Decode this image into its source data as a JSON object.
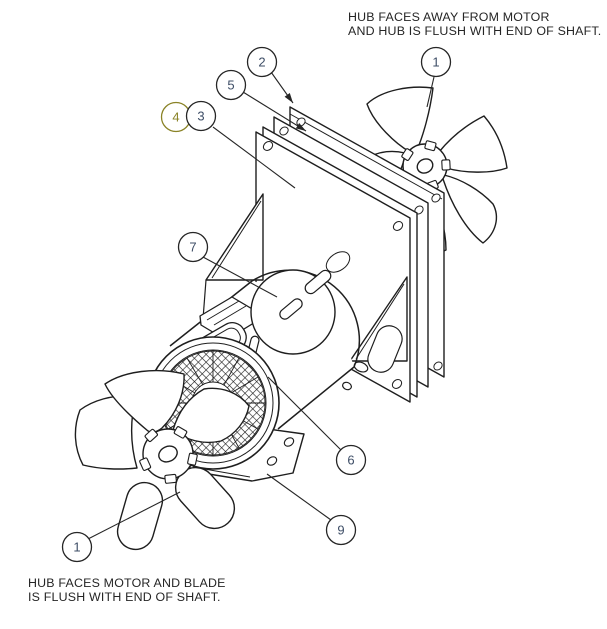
{
  "notes": {
    "top_right": {
      "line1": "HUB FACES AWAY FROM MOTOR",
      "line2": "AND HUB IS FLUSH WITH END OF SHAFT."
    },
    "bottom_left": {
      "line1": "HUB FACES MOTOR AND BLADE",
      "line2": "IS FLUSH WITH END OF SHAFT."
    }
  },
  "balloons": {
    "b1_top": {
      "label": "1",
      "highlighted": false
    },
    "b2": {
      "label": "2",
      "highlighted": false
    },
    "b5": {
      "label": "5",
      "highlighted": false
    },
    "b4": {
      "label": "4",
      "highlighted": true
    },
    "b3": {
      "label": "3",
      "highlighted": false
    },
    "b7": {
      "label": "7",
      "highlighted": false
    },
    "b6": {
      "label": "6",
      "highlighted": false
    },
    "b9": {
      "label": "9",
      "highlighted": false
    },
    "b1_bottom": {
      "label": "1",
      "highlighted": false
    }
  },
  "colors": {
    "line": "#1e1e1e",
    "balloon_digit": "#3d4d66",
    "balloon_outline": "#262626",
    "highlight": "#8a8327",
    "background": "#ffffff"
  }
}
